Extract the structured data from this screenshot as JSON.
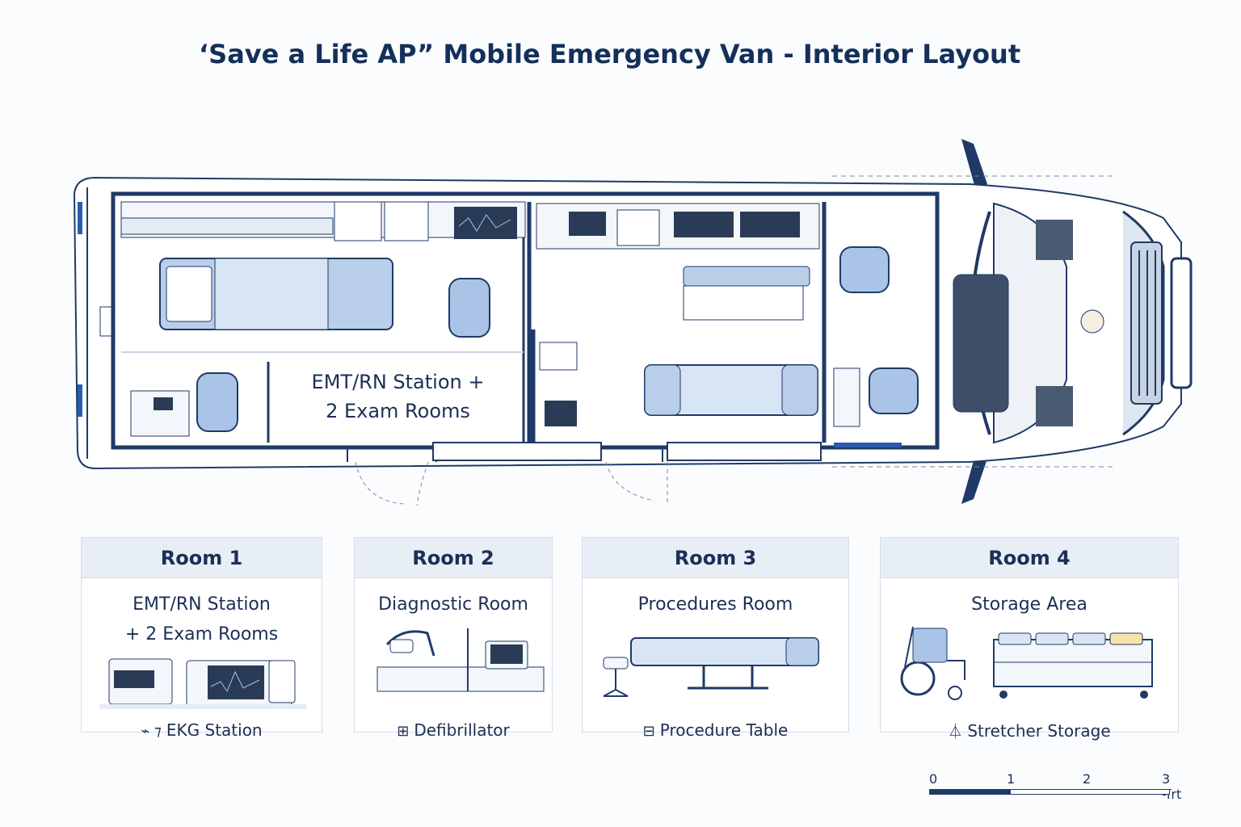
{
  "title": "‘Save a Life AP” Mobile Emergency Van - Interior Layout",
  "van": {
    "zone_label_line1": "EMT/RN Station +",
    "zone_label_line2": "2 Exam Rooms"
  },
  "rooms": [
    {
      "heading": "Room 1",
      "subtitle_line1": "EMT/RN Station",
      "subtitle_line2": "+ 2 Exam Rooms",
      "feature": "EKG Station",
      "feature_icon": "ekg-icon",
      "feature_glyph": "⌁ ⁊"
    },
    {
      "heading": "Room 2",
      "subtitle_line1": "Diagnostic Room",
      "subtitle_line2": "",
      "feature": "Defibrillator",
      "feature_icon": "defibrillator-icon",
      "feature_glyph": "⊞"
    },
    {
      "heading": "Room 3",
      "subtitle_line1": "Procedures Room",
      "subtitle_line2": "",
      "feature": "Procedure Table",
      "feature_icon": "procedure-table-icon",
      "feature_glyph": "⊟"
    },
    {
      "heading": "Room 4",
      "subtitle_line1": "Storage Area",
      "subtitle_line2": "",
      "feature": "Stretcher Storage",
      "feature_icon": "stretcher-icon",
      "feature_glyph": "⏃"
    }
  ],
  "scale_bar": {
    "ticks": [
      "0",
      "1",
      "2",
      "3 -ſrt"
    ]
  },
  "colors": {
    "navy": "#1f3a66",
    "light_blue": "#b9cfe9",
    "seat_blue": "#a9c4e6",
    "header_bg": "#e7eef6"
  }
}
